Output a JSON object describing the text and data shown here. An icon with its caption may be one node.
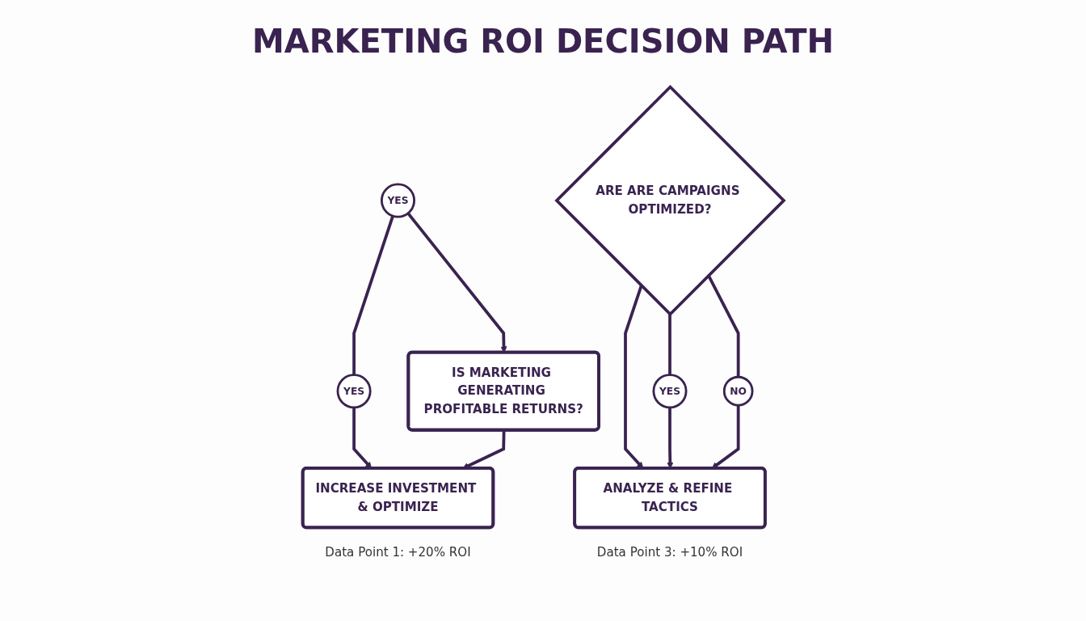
{
  "diagram": {
    "title": "MARKETING ROI DECISION PATH",
    "nodes": [
      {
        "text": [
          "IS MARKETING GENERATING PROFITABLE RETURNS?"
        ]
      },
      {
        "text": [
          "YES"
        ]
      },
      {
        "text": [
          "INCREASE INVESTMENT & OPTIMIZE"
        ],
        "beside": [
          "Data Point 1: +20% ROI"
        ]
      },
      {
        "text": [
          "YES"
        ]
      },
      {
        "text": [
          "ARE ARE CAMPAIGNS OPTIMIZED?"
        ]
      },
      {
        "text": [
          "ANALYZE & REFINE TACTICS"
        ],
        "beside": [
          "Data Point 3: +10% ROI"
        ]
      },
      {
        "text": [
          "YES"
        ]
      },
      {
        "text": [
          "NO"
        ]
      }
    ],
    "edges": [
      {
        "from": 1,
        "to": 0,
        "arrow": "to"
      },
      {
        "from": 1,
        "to": 3,
        "arrow": "none"
      },
      {
        "from": 3,
        "to": 2,
        "arrow": "to"
      },
      {
        "from": 0,
        "to": 2,
        "arrow": "to"
      },
      {
        "from": 4,
        "to": 5,
        "arrow": "to"
      },
      {
        "from": 4,
        "to": 6,
        "arrow": "none"
      },
      {
        "from": 6,
        "to": 5,
        "arrow": "to"
      },
      {
        "from": 4,
        "to": 7,
        "arrow": "none"
      },
      {
        "from": 7,
        "to": 5,
        "arrow": "to"
      }
    ]
  }
}
